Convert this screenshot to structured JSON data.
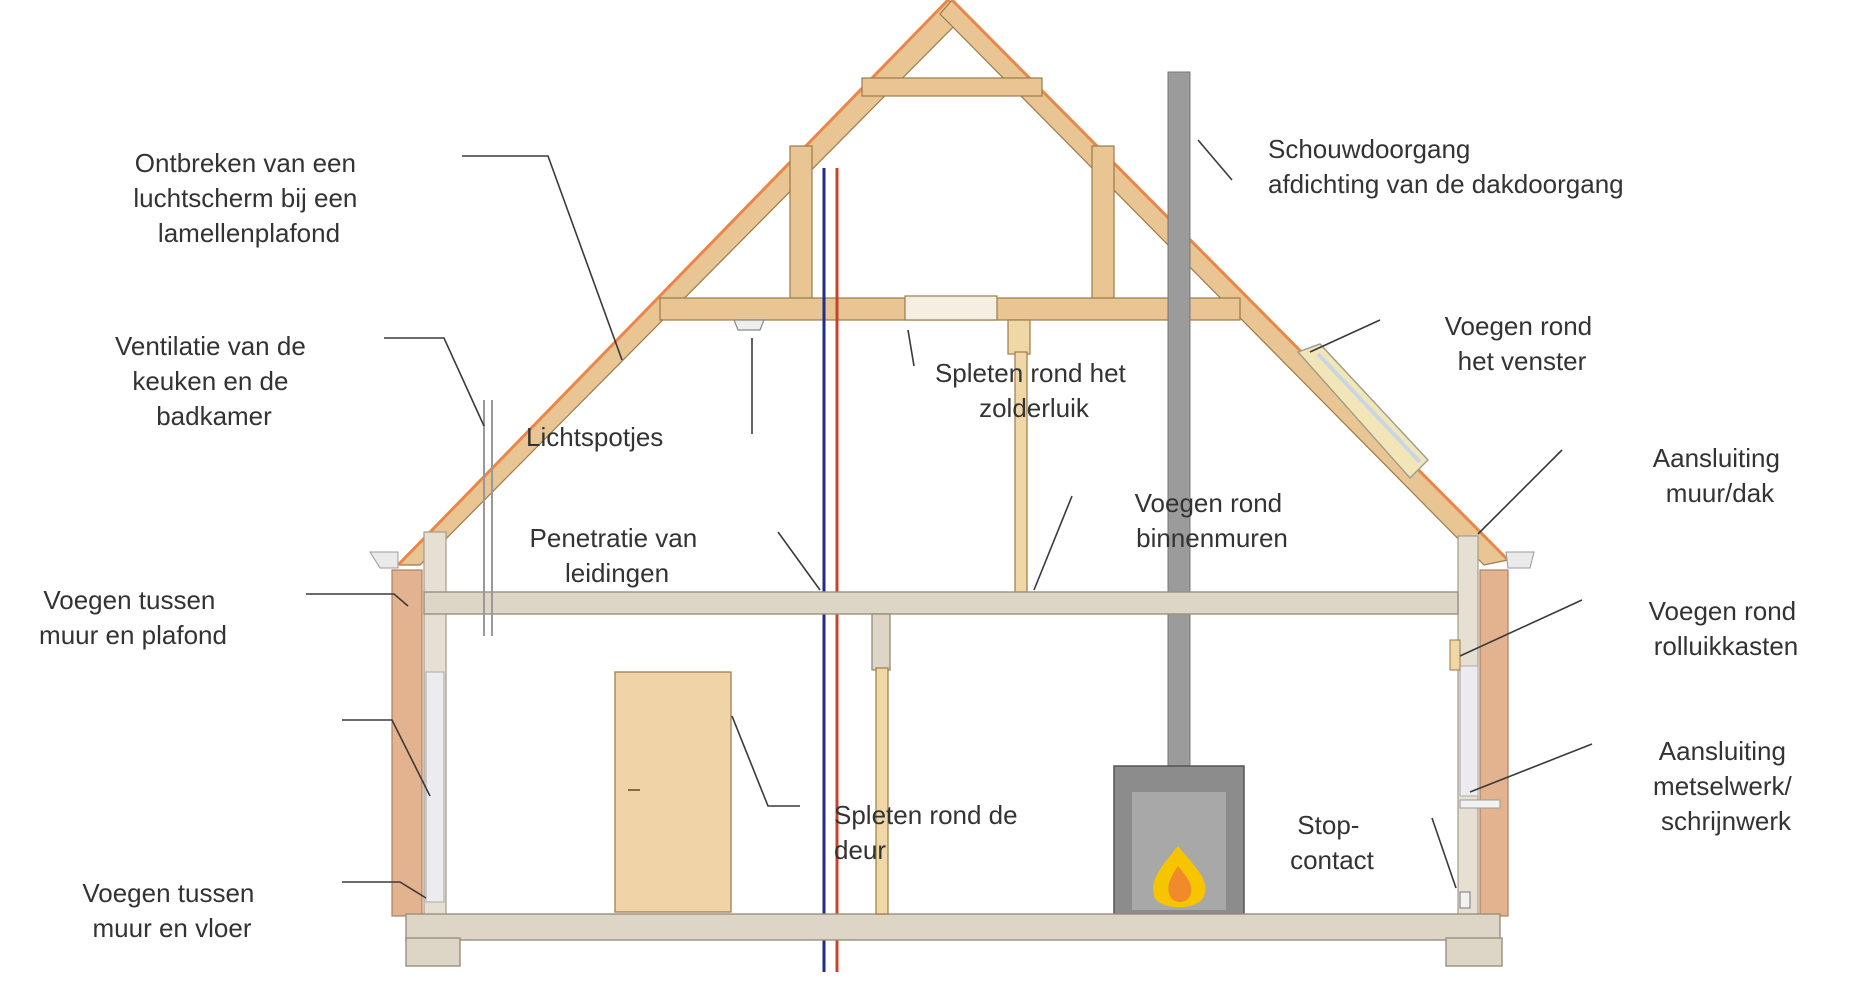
{
  "labels": {
    "ontbreken": [
      "Ontbreken van een",
      "luchtscherm bij een",
      "lamellenplafond"
    ],
    "ventilatie": [
      "Ventilatie van de",
      "keuken en de",
      "badkamer"
    ],
    "lichtspotjes": [
      "Lichtspotjes"
    ],
    "schouw": [
      "Schouwdoorgang",
      "afdichting van de dakdoorgang"
    ],
    "venster": [
      "Voegen rond",
      "het venster"
    ],
    "zolderluik": [
      "Spleten rond het",
      "zolderluik"
    ],
    "muurdak": [
      "Aansluiting",
      "muur/dak"
    ],
    "binnenmuren": [
      "Voegen rond",
      "binnenmuren"
    ],
    "leidingen": [
      "Penetratie van",
      "leidingen"
    ],
    "muurplafond": [
      "Voegen tussen",
      "muur en plafond"
    ],
    "rolluik": [
      "Voegen rond",
      "rolluikkasten"
    ],
    "metselwerk": [
      "Aansluiting",
      "metselwerk/",
      "schrijnwerk"
    ],
    "deur": [
      "Spleten rond de",
      "deur"
    ],
    "stopcontact": [
      "Stop-",
      "contact"
    ],
    "muurvloer": [
      "Voegen tussen",
      "muur en vloer"
    ]
  },
  "colors": {
    "roof_tile": "#e9874a",
    "timber": "#e8c592",
    "brick": "#e3b28f",
    "concrete": "#ddd5c5",
    "chimney": "#9b9b9b",
    "stove": "#8c8c8c",
    "flame": "#f7c400",
    "pipe_blue": "#1d2e8a",
    "pipe_red": "#c8422c",
    "door": "#f1d3a8"
  }
}
